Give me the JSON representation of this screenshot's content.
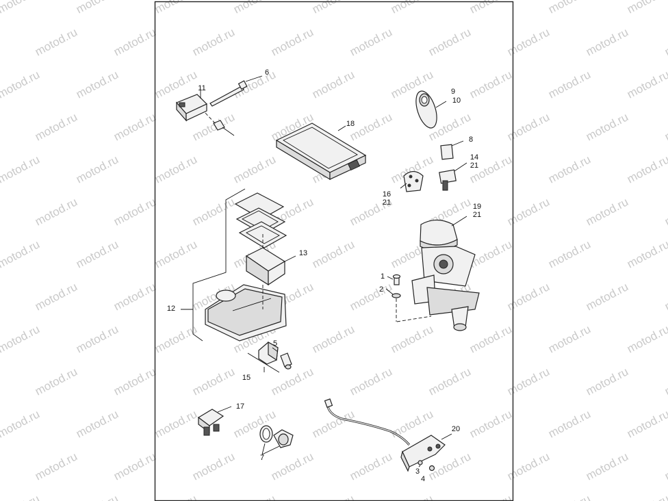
{
  "watermark": "motod.ru",
  "callouts": {
    "c11": "11",
    "c6": "6",
    "c18": "18",
    "c9": "9",
    "c10": "10",
    "c8": "8",
    "c14": "14",
    "c21a": "21",
    "c16": "16",
    "c21b": "21",
    "c19": "19",
    "c21c": "21",
    "c13": "13",
    "c12": "12",
    "c1": "1",
    "c2": "2",
    "c5": "5",
    "c15": "15",
    "c17": "17",
    "c7": "7",
    "c20": "20",
    "c3": "3",
    "c4": "4"
  }
}
